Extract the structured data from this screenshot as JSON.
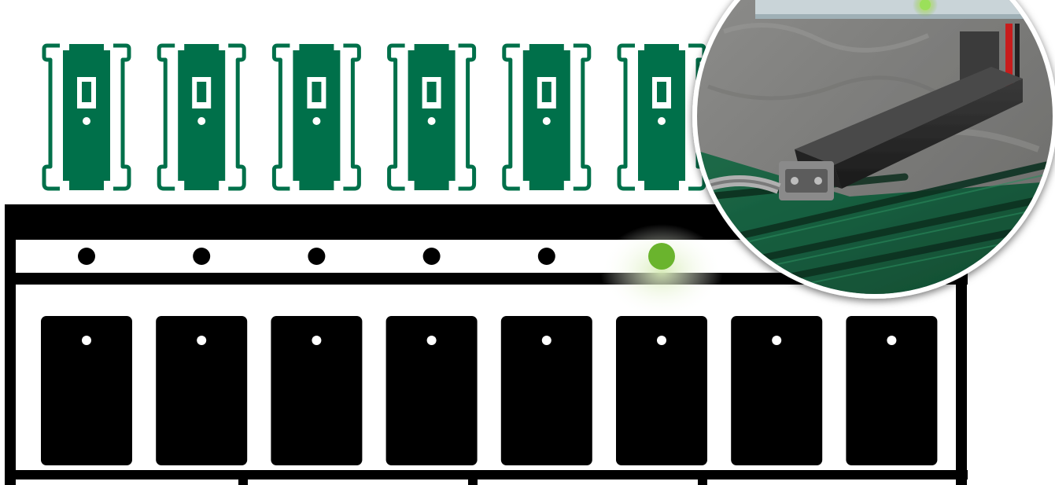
{
  "colors": {
    "background": "#ffffff",
    "structure": "#000000",
    "carrier_green": "#00704a",
    "indicator_off": "#000000",
    "indicator_on": "#6ab42d",
    "slot_dot": "#ffffff"
  },
  "rack": {
    "slot_count": 8,
    "active_slot_index": 5,
    "carriers_above": 6
  },
  "inset_photo": {
    "subject": "connector-on-circuit-board",
    "border_color": "#ffffff"
  }
}
